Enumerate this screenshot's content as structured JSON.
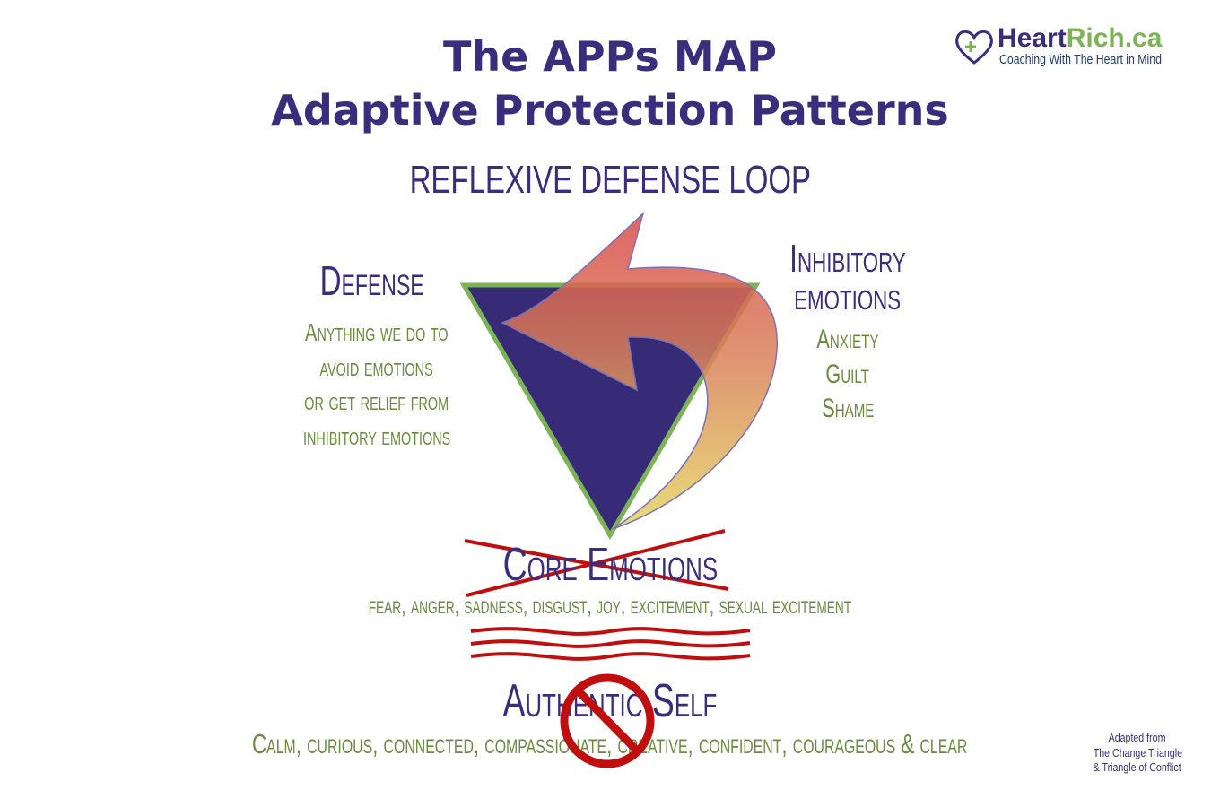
{
  "title": {
    "line1": "The APPs MAP",
    "line2": "Adaptive Protection Patterns"
  },
  "logo": {
    "brand_part1": "Heart",
    "brand_part2": "Rich.ca",
    "tagline": "Coaching With The Heart in Mind"
  },
  "loop_label": "REFLEXIVE DEFENSE LOOP",
  "defense": {
    "heading": "Defense",
    "lines": [
      "Anything we do to",
      "avoid emotions",
      "or get relief from",
      "inhibitory emotions"
    ]
  },
  "inhibitory": {
    "heading_line1": "Inhibitory",
    "heading_line2": "emotions",
    "items": [
      "Anxiety",
      "Guilt",
      "Shame"
    ]
  },
  "core": {
    "heading": "Core Emotions",
    "list": "fear, anger, sadness, disgust, joy, excitement, sexual excitement"
  },
  "authentic": {
    "heading": "Authentic Self",
    "list": "Calm, curious, connected, compassionate, creative, confident, courageous & clear"
  },
  "credit": {
    "lines": [
      "Adapted from",
      "The Change Triangle",
      "& Triangle of Conflict"
    ]
  },
  "colors": {
    "navy": "#3a2e7c",
    "green": "#6a8a3c",
    "red": "#c00d0d",
    "triangle_border": "#7cb455"
  }
}
